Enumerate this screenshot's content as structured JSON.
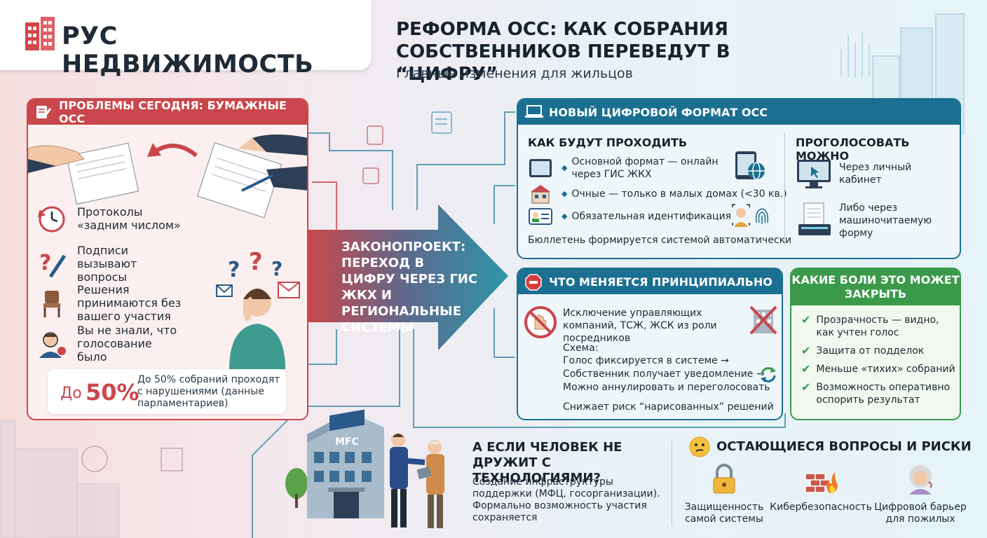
{
  "brand": {
    "name": "РУС НЕДВИЖИМОСТЬ"
  },
  "header": {
    "title": "РЕФОРМА ОСС: КАК СОБРАНИЯ СОБСТВЕННИКОВ ПЕРЕВЕДУТ В “ЦИФРУ”",
    "subtitle": "Главные изменения для жильцов"
  },
  "problems": {
    "title": "ПРОБЛЕМЫ СЕГОДНЯ: БУМАЖНЫЕ ОСС",
    "items": [
      {
        "text": "Протоколы «задним числом»",
        "icon": "clock-icon"
      },
      {
        "text": "Подписи вызывают вопросы",
        "icon": "question-pen-icon"
      },
      {
        "text": "Решения принимаются без вашего участия",
        "icon": "chair-icon"
      },
      {
        "text": "Вы не знали, что голосование было",
        "icon": "person-icon"
      }
    ],
    "stat": {
      "prefix": "До",
      "value": "50%",
      "text": "До 50% собраний проходят с нарушениями (данные парламентариев)"
    }
  },
  "bill": {
    "text": "ЗАКОНОПРОЕКТ: ПЕРЕХОД В ЦИФРУ ЧЕРЕЗ ГИС ЖКХ И РЕГИОНАЛЬНЫЕ СИСТЕМЫ"
  },
  "digital": {
    "title": "НОВЫЙ ЦИФРОВОЙ ФОРМАТ ОСС",
    "how_title": "КАК БУДУТ ПРОХОДИТЬ",
    "how_items": [
      "Основной формат — онлайн через ГИС ЖКХ",
      "Очные — только в малых домах (<30 кв.)",
      "Обязательная идентификация"
    ],
    "auto_note": "Бюллетень формируется системой автоматически",
    "vote_title": "ПРОГОЛОСОВАТЬ МОЖНО",
    "vote_items": [
      "Через личный кабинет",
      "Либо через машиночитаемую форму"
    ]
  },
  "changes": {
    "title": "ЧТО МЕНЯЕТСЯ ПРИНЦИПИАЛЬНО",
    "exclusion": "Исключение управляющих компаний, ТСЖ, ЖСК из роли посредников",
    "scheme_label": "Схема:",
    "scheme_steps": [
      "Голос фиксируется в системе →",
      "Собственник получает уведомление →",
      "Можно аннулировать и переголосовать"
    ],
    "risk_note": "Снижает риск “нарисованных” решений"
  },
  "pains": {
    "title": "КАКИЕ БОЛИ ЭТО МОЖЕТ ЗАКРЫТЬ",
    "items": [
      "Прозрачность — видно, как учтен голос",
      "Защита от подделок",
      "Меньше «тихих» собраний",
      "Возможность оперативно оспорить результат"
    ]
  },
  "tech": {
    "title": "А ЕСЛИ ЧЕЛОВЕК НЕ ДРУЖИТ С ТЕХНОЛОГИЯМИ?",
    "text": "Создание инфраструктуры поддержки (МФЦ, госорганизации). Формально возможность участия сохраняется",
    "mfc_sign": "MFC"
  },
  "risks": {
    "title": "ОСТАЮЩИЕСЯ ВОПРОСЫ И РИСКИ",
    "items": [
      "Защищенность самой системы",
      "Кибербезопасность",
      "Цифровой барьер для пожилых"
    ]
  },
  "colors": {
    "problem_red": "#c9474c",
    "digital_blue": "#1b6f91",
    "pains_green": "#3a9a4a"
  }
}
